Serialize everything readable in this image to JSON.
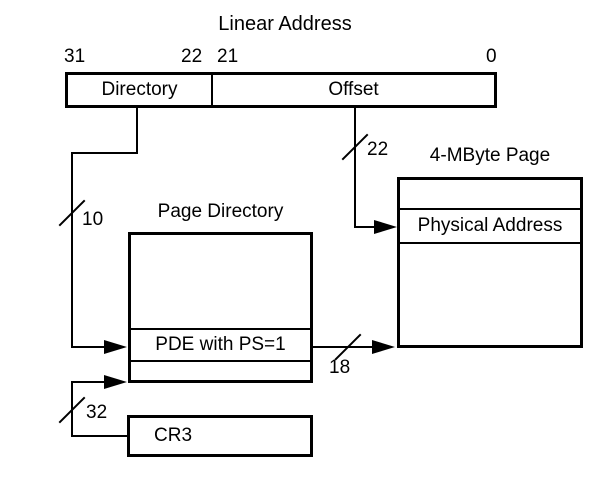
{
  "diagram": {
    "title": "Linear Address",
    "bits": {
      "b31": "31",
      "b22": "22",
      "b21": "21",
      "b0": "0"
    },
    "linear_address": {
      "directory": "Directory",
      "offset": "Offset"
    },
    "page_directory": {
      "title": "Page Directory",
      "pde": "PDE with PS=1"
    },
    "page": {
      "title": "4-MByte Page",
      "physical_address": "Physical Address"
    },
    "cr3": {
      "label": "CR3"
    },
    "widths": {
      "directory_bits": "10",
      "offset_bits": "22",
      "pde_bits": "18",
      "cr3_bits": "32"
    }
  },
  "colors": {
    "line": "#000000",
    "background": "#ffffff"
  }
}
